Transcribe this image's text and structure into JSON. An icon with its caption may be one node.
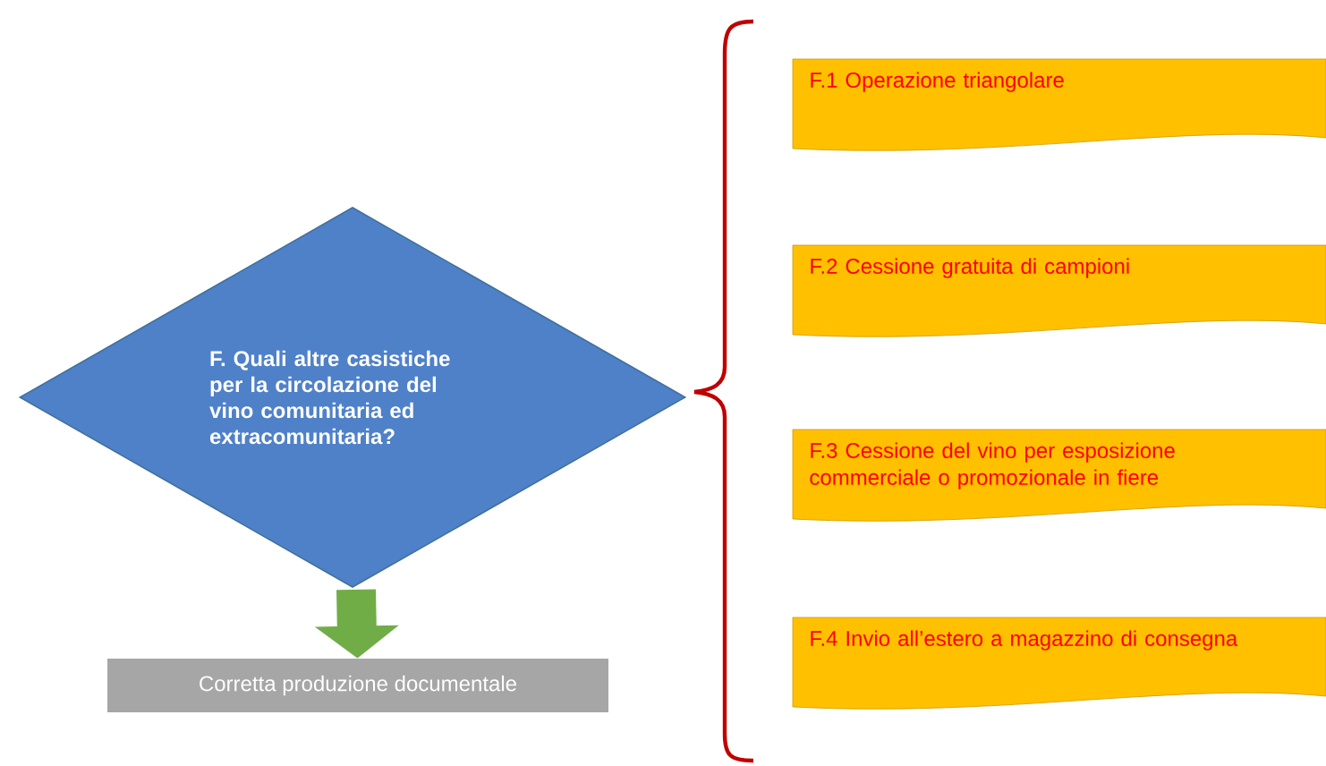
{
  "diagram": {
    "nodes": [
      {
        "text": [
          "F. Quali altre casistiche per la circolazione del vino comunitaria ed extracomunitaria?"
        ]
      },
      {
        "text": [
          "Corretta produzione documentale"
        ]
      },
      {
        "text": [
          "F.1 Operazione triangolare"
        ]
      },
      {
        "text": [
          "F.2 Cessione gratuita di campioni"
        ]
      },
      {
        "text": [
          "F.3 Cessione del vino per esposizione commerciale o promozionale in fiere"
        ]
      },
      {
        "text": [
          "F.4 Invio all’estero a magazzino di consegna"
        ]
      }
    ],
    "edges": [
      {
        "from": 0,
        "to": 1,
        "arrow": "to",
        "color": "#70ad47"
      }
    ]
  }
}
